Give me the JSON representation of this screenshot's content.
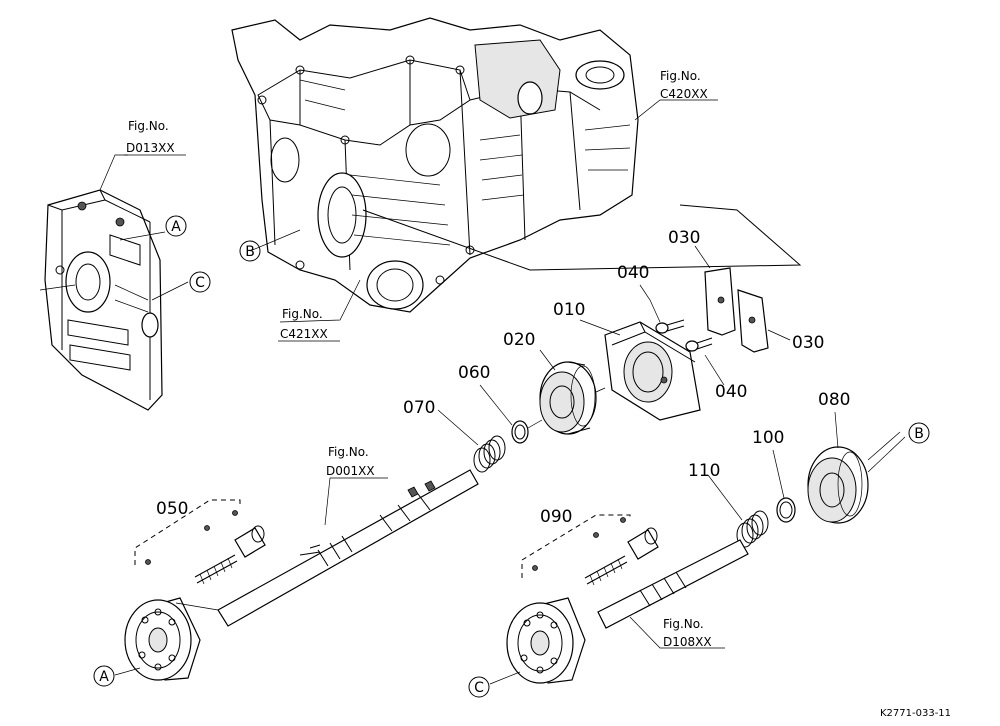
{
  "figure_refs": [
    {
      "id": "d013",
      "line1": "Fig.No.",
      "line2": "D013XX"
    },
    {
      "id": "c420",
      "line1": "Fig.No.",
      "line2": "C420XX"
    },
    {
      "id": "c421",
      "line1": "Fig.No.",
      "line2": "C421XX"
    },
    {
      "id": "d001",
      "line1": "Fig.No.",
      "line2": "D001XX"
    },
    {
      "id": "d108",
      "line1": "Fig.No.",
      "line2": "D108XX"
    }
  ],
  "part_numbers": {
    "p010": "010",
    "p020": "020",
    "p030a": "030",
    "p030b": "030",
    "p040a": "040",
    "p040b": "040",
    "p050": "050",
    "p060": "060",
    "p070": "070",
    "p080": "080",
    "p090": "090",
    "p100": "100",
    "p110": "110"
  },
  "connectors": {
    "a_top": "A",
    "a_bottom": "A",
    "b_left": "B",
    "b_right": "B",
    "c_top": "C",
    "c_bottom": "C"
  },
  "drawing_code": "K2771-033-11"
}
